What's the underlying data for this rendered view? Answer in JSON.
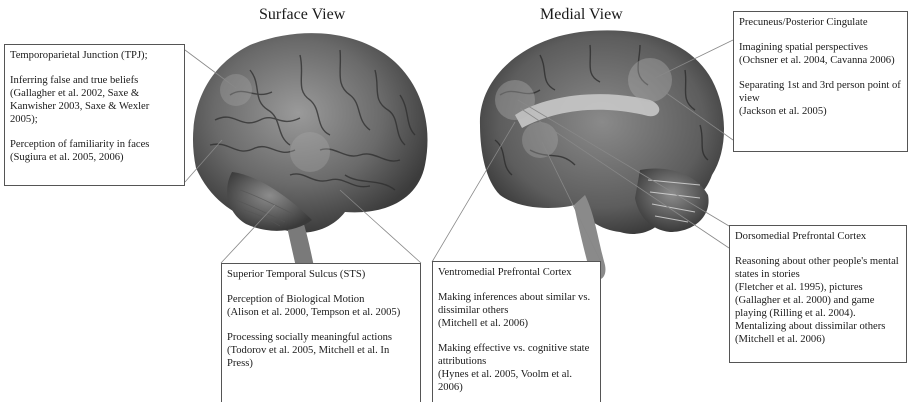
{
  "titles": {
    "surface": "Surface View",
    "medial": "Medial View"
  },
  "boxes": {
    "tpj": {
      "heading": "Temporoparietal Junction (TPJ);",
      "items": [
        {
          "text": "Inferring false and true beliefs",
          "cite": "(Gallagher et al. 2002, Saxe & Kanwisher 2003, Saxe & Wexler 2005);"
        },
        {
          "text": "Perception of familiarity in faces",
          "cite": "(Sugiura et al. 2005, 2006)"
        }
      ]
    },
    "precuneus": {
      "heading": "Precuneus/Posterior Cingulate",
      "items": [
        {
          "text": "Imagining spatial perspectives",
          "cite": "(Ochsner et al. 2004, Cavanna 2006)"
        },
        {
          "text": "Separating 1st and 3rd person point of view",
          "cite": "(Jackson et al. 2005)"
        }
      ]
    },
    "sts": {
      "heading": "Superior Temporal Sulcus (STS)",
      "items": [
        {
          "text": "Perception of Biological Motion",
          "cite": "(Alison et al. 2000, Tempson et al. 2005)"
        },
        {
          "text": "Processing socially meaningful actions",
          "cite": "(Todorov et al. 2005, Mitchell et al. In Press)"
        }
      ]
    },
    "vmpfc": {
      "heading": "Ventromedial Prefrontal Cortex",
      "items": [
        {
          "text": "Making inferences about similar vs. dissimilar others",
          "cite": "(Mitchell et al. 2006)"
        },
        {
          "text": "Making effective vs. cognitive state attributions",
          "cite": "(Hynes et al. 2005, Voolm et al. 2006)"
        }
      ]
    },
    "dmpfc": {
      "heading": "Dorsomedial Prefrontal Cortex",
      "items": [
        {
          "text": "Reasoning about other people's mental states in stories",
          "cite": "(Fletcher et al. 1995), pictures (Gallagher et al. 2000) and game playing (Rilling et al. 2004). Mentalizing about dissimilar others (Mitchell et al. 2006)"
        }
      ]
    }
  }
}
